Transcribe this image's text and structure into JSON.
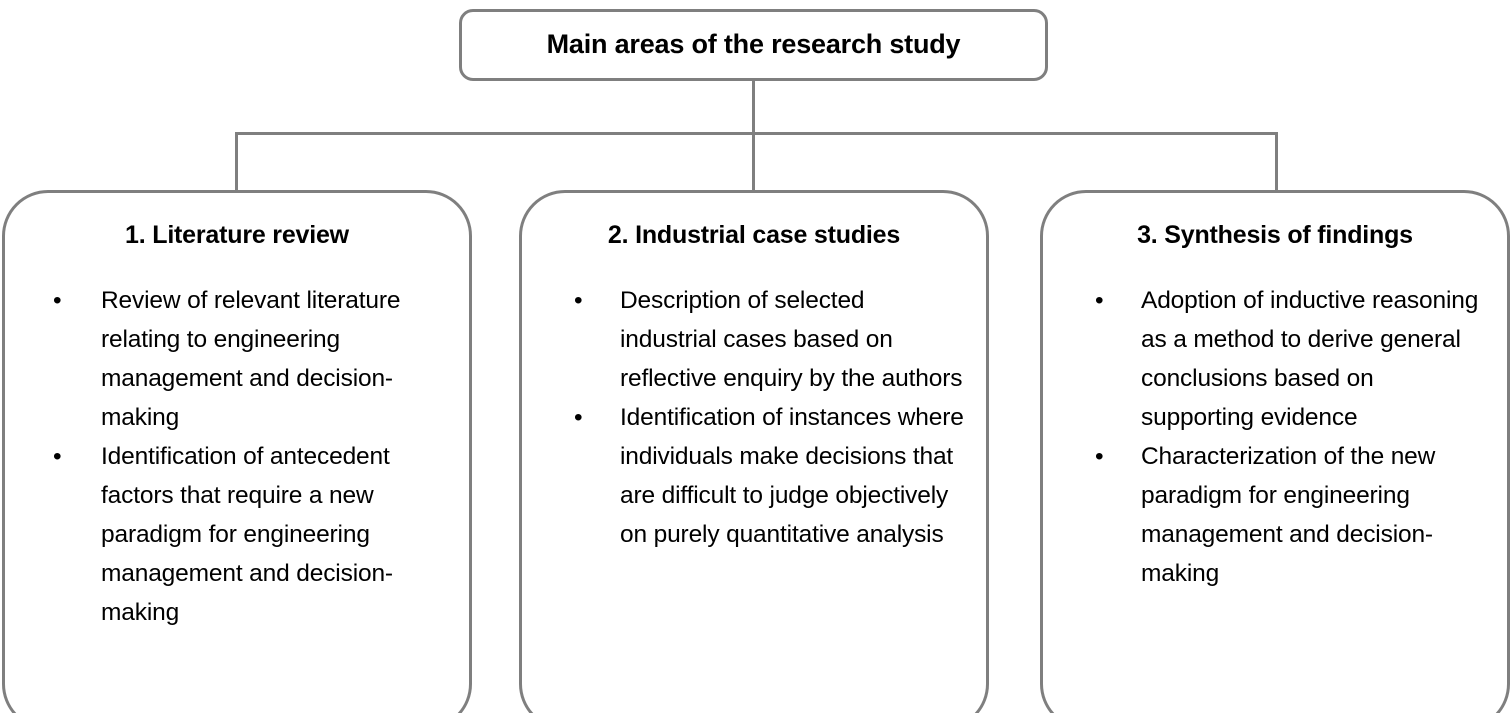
{
  "diagram": {
    "type": "hierarchy-flowchart",
    "root": {
      "title": "Main areas of the research study"
    },
    "branches": [
      {
        "title": "1. Literature review",
        "bullets": [
          "Review of relevant literature relating to engineering management and decision-making",
          "Identification of antecedent factors that require a new paradigm for engineering management and decision-making"
        ]
      },
      {
        "title": "2. Industrial case studies",
        "bullets": [
          "Description of selected industrial cases based on reflective enquiry by the authors",
          "Identification of instances where individuals make decisions that are difficult to judge objectively on purely quantitative analysis"
        ]
      },
      {
        "title": "3. Synthesis of findings",
        "bullets": [
          "Adoption of inductive reasoning as a method to derive general conclusions based on supporting evidence",
          "Characterization of the new paradigm for engineering management and decision-making"
        ]
      }
    ],
    "bullet_glyph": "•",
    "colors": {
      "border": "#7f7f7f",
      "connector": "#7f7f7f",
      "text": "#000000",
      "background": "#ffffff"
    }
  }
}
